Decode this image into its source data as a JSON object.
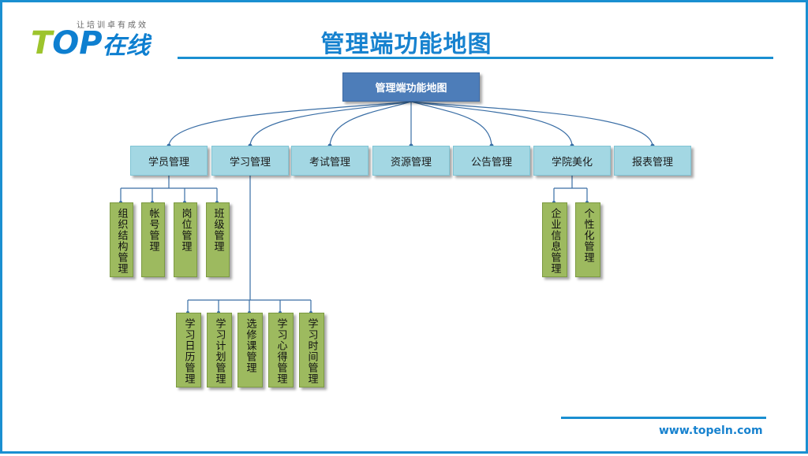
{
  "logo": {
    "tagline": "让培训卓有成效",
    "mark_t": "T",
    "mark_op": "OP",
    "mark_cn": "在线"
  },
  "title": "管理端功能地图",
  "root": "管理端功能地图",
  "modules": [
    "学员管理",
    "学习管理",
    "考试管理",
    "资源管理",
    "公告管理",
    "学院美化",
    "报表管理"
  ],
  "student_children": [
    "组织结构管理",
    "帐号管理",
    "岗位管理",
    "班级管理"
  ],
  "learning_children": [
    "学习日历管理",
    "学习计划管理",
    "选修课管理",
    "学习心得管理",
    "学习时间管理"
  ],
  "academy_children": [
    "企业信息管理",
    "个性化管理"
  ],
  "footer_url": "www.topeln.com",
  "colors": {
    "accent": "#1a8fd1",
    "root_fill": "#4d7db9",
    "module_fill": "#a3d7e3",
    "leaf_fill": "#9dba5f",
    "connector": "#3a6ea5"
  }
}
